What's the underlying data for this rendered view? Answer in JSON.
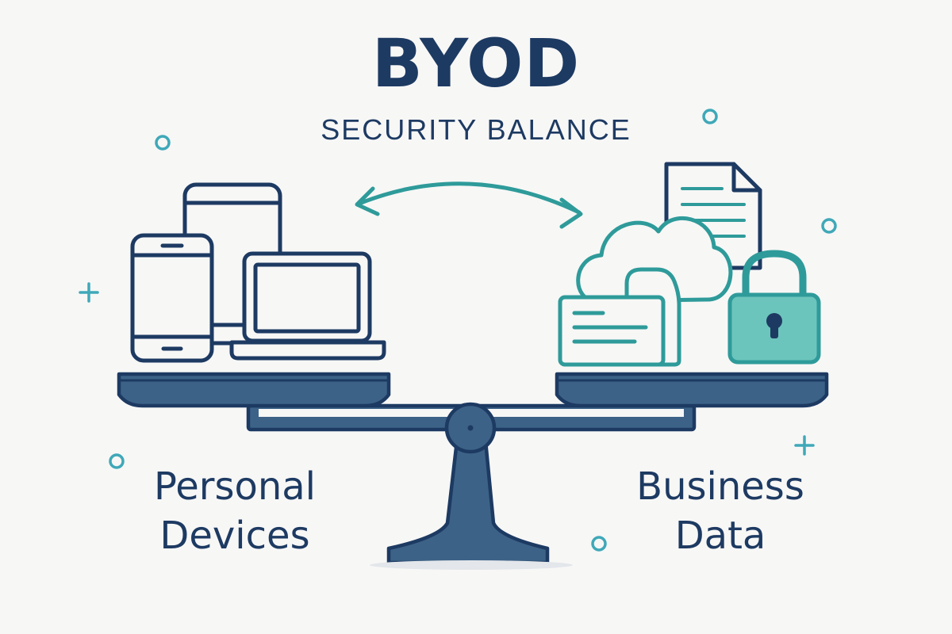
{
  "title": "BYOD",
  "subtitle": "SECURITY BALANCE",
  "left_label": {
    "line1": "Personal",
    "line2": "Devices"
  },
  "right_label": {
    "line1": "Business",
    "line2": "Data"
  },
  "colors": {
    "navy": "#1d3a62",
    "pan_fill": "#3d6287",
    "teal": "#2e9b9a",
    "teal_light": "#6cc5bc",
    "accent_dot": "#3fa8b8",
    "background": "#f7f7f6"
  },
  "icons": {
    "left_pan": [
      "tablet-icon",
      "smartphone-icon",
      "laptop-icon"
    ],
    "right_pan": [
      "document-icon",
      "cloud-icon",
      "folder-icon",
      "padlock-icon"
    ]
  }
}
